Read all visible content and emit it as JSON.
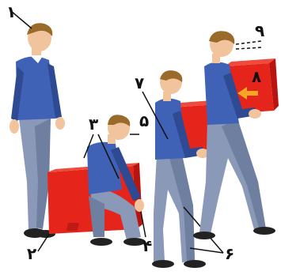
{
  "labels": {
    "n1": "۱",
    "n2": "۲",
    "n3": "۳",
    "n4": "۴",
    "n5": "۵",
    "n6": "۶",
    "n7": "۷",
    "n8": "۸",
    "n9": "۹"
  },
  "colors": {
    "box": "#e5251c",
    "box_shade": "#b8150f",
    "sweater": "#3f62b6",
    "sweater_dark": "#2d4a92",
    "trousers": "#8a99b8",
    "trousers_dark": "#6f7f9f",
    "skin": "#f2c49e",
    "hair": "#9a6a2a",
    "shoes": "#222222",
    "arrow": "#f5a623"
  }
}
